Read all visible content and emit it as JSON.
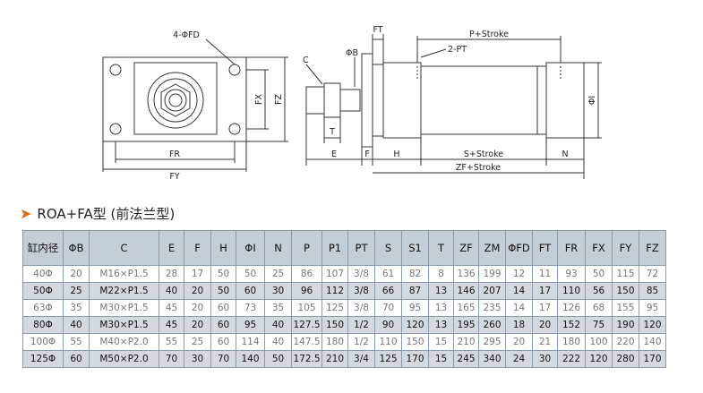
{
  "drawing_labels": {
    "holes": "4-ΦFD",
    "c": "C",
    "fr": "FR",
    "fy": "FY",
    "fx": "FX",
    "fz": "FZ",
    "phi_b": "ΦB",
    "ft": "FT",
    "p_stroke": "P+Stroke",
    "two_pt": "2-PT",
    "phi_i": "ΦI",
    "t": "T",
    "e": "E",
    "f": "F",
    "h": "H",
    "s_stroke": "S+Stroke",
    "n": "N",
    "zf_stroke": "ZF+Stroke"
  },
  "heading": {
    "arrow": "➤",
    "title": "ROA+FA型 (前法兰型)"
  },
  "table": {
    "headers": [
      "缸内径",
      "ΦB",
      "C",
      "E",
      "F",
      "H",
      "ΦI",
      "N",
      "P",
      "P1",
      "PT",
      "S",
      "S1",
      "T",
      "ZF",
      "ZM",
      "ΦFD",
      "FT",
      "FR",
      "FX",
      "FY",
      "FZ"
    ],
    "rows": [
      [
        "40Φ",
        "20",
        "M16×P1.5",
        "28",
        "17",
        "50",
        "50",
        "25",
        "86",
        "107",
        "3/8",
        "61",
        "82",
        "8",
        "136",
        "199",
        "12",
        "11",
        "93",
        "50",
        "115",
        "72"
      ],
      [
        "50Φ",
        "25",
        "M22×P1.5",
        "40",
        "20",
        "50",
        "60",
        "30",
        "96",
        "112",
        "3/8",
        "66",
        "87",
        "13",
        "146",
        "207",
        "14",
        "17",
        "110",
        "56",
        "150",
        "85"
      ],
      [
        "63Φ",
        "35",
        "M30×P1.5",
        "45",
        "20",
        "60",
        "73",
        "35",
        "105",
        "125",
        "3/8",
        "70",
        "95",
        "13",
        "165",
        "235",
        "14",
        "17",
        "126",
        "68",
        "155",
        "95"
      ],
      [
        "80Φ",
        "40",
        "M30×P1.5",
        "45",
        "20",
        "60",
        "95",
        "40",
        "127.5",
        "150",
        "1/2",
        "90",
        "120",
        "13",
        "195",
        "260",
        "18",
        "20",
        "152",
        "75",
        "190",
        "120"
      ],
      [
        "100Φ",
        "55",
        "M40×P2.0",
        "55",
        "25",
        "60",
        "114",
        "40",
        "147.5",
        "180",
        "1/2",
        "110",
        "150",
        "15",
        "210",
        "295",
        "20",
        "21",
        "180",
        "100",
        "220",
        "140"
      ],
      [
        "125Φ",
        "60",
        "M50×P2.0",
        "70",
        "30",
        "70",
        "140",
        "50",
        "172.5",
        "210",
        "3/4",
        "125",
        "170",
        "15",
        "245",
        "340",
        "24",
        "30",
        "222",
        "120",
        "280",
        "170"
      ]
    ]
  }
}
